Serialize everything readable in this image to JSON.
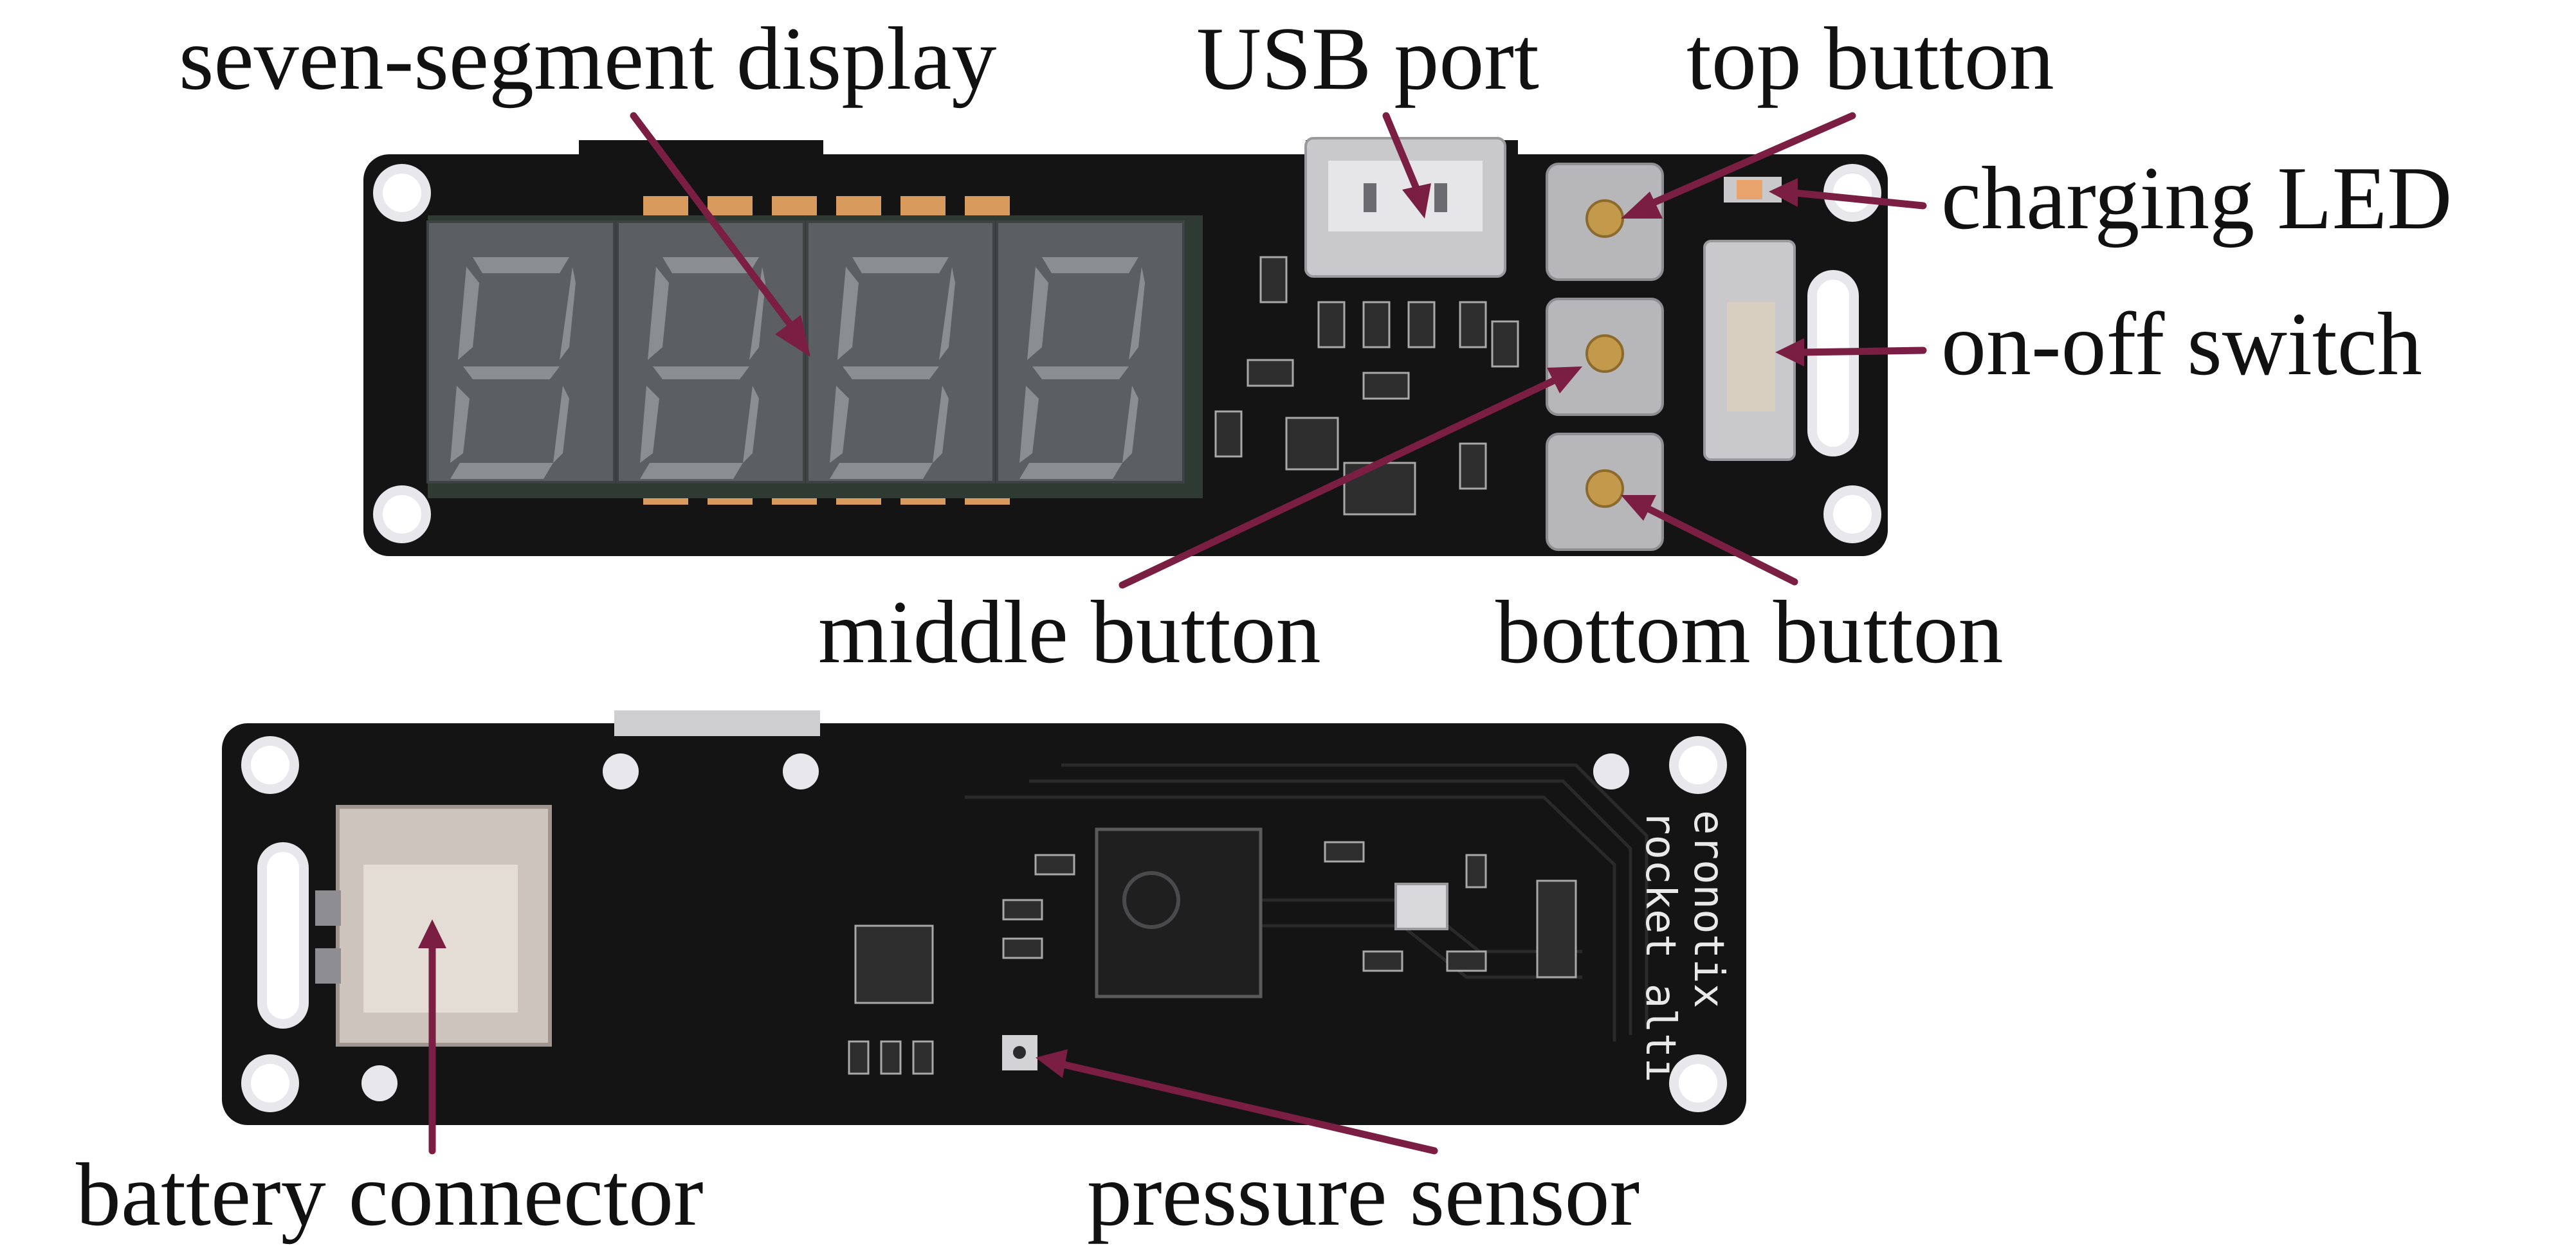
{
  "labels": {
    "seven_segment_display": "seven-segment display",
    "usb_port": "USB port",
    "top_button": "top button",
    "charging_led": "charging LED",
    "on_off_switch": "on-off switch",
    "middle_button": "middle button",
    "bottom_button": "bottom button",
    "battery_connector": "battery connector",
    "pressure_sensor": "pressure sensor"
  },
  "board_silkscreen": {
    "line1": "eronotix",
    "line2": "rocket alti"
  },
  "colors": {
    "arrow": "#7a1f43",
    "pcb": "#141414",
    "label_text": "#111111"
  }
}
